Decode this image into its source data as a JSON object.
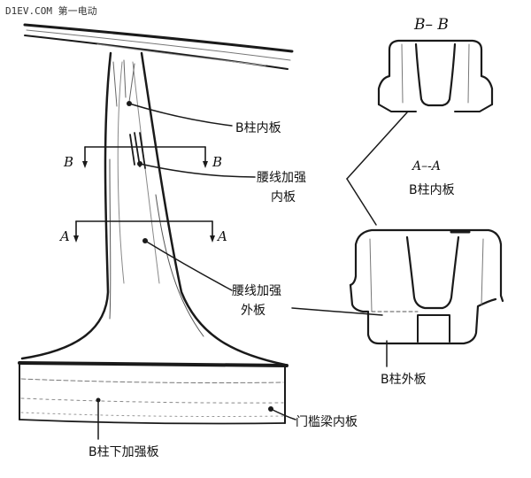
{
  "watermark": "D1EV.COM 第一电动",
  "labels": {
    "b_pillar_inner": "B柱内板",
    "waist_inner_l1": "腰线加强",
    "waist_inner_l2": "内板",
    "waist_outer_l1": "腰线加强",
    "waist_outer_l2": "外板",
    "b_pillar_lower": "B柱下加强板",
    "sill_inner": "门槛梁内板",
    "b_pillar_outer": "B柱外板",
    "section_aa_inner": "B柱内板"
  },
  "sections": {
    "bb": "B– B",
    "aa": "A–-A",
    "b_left": "B",
    "b_right": "B",
    "a_left": "A",
    "a_right": "A"
  }
}
